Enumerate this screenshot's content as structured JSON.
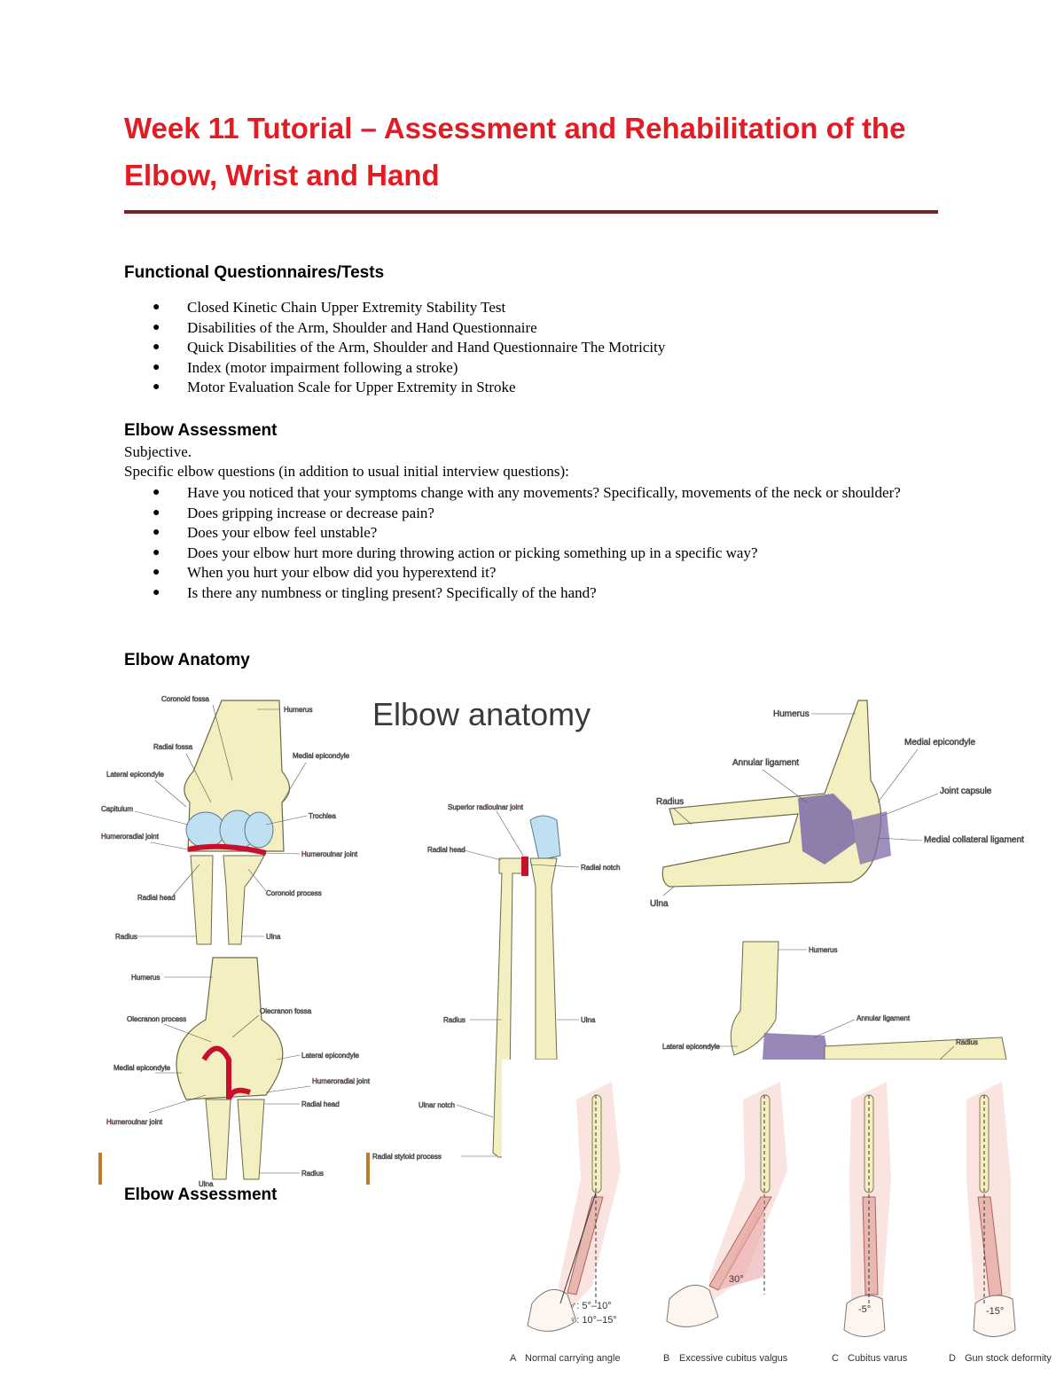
{
  "document": {
    "title": "Week 11 Tutorial – Assessment and Rehabilitation of the Elbow, Wrist and Hand"
  },
  "functional": {
    "heading": "Functional Questionnaires/Tests",
    "items": [
      "Closed Kinetic Chain Upper Extremity Stability Test",
      "Disabilities of the Arm, Shoulder and Hand Questionnaire",
      "Quick Disabilities of the Arm, Shoulder and Hand Questionnaire The Motricity",
      "Index (motor impairment following a stroke)",
      "Motor Evaluation Scale for Upper Extremity in Stroke"
    ]
  },
  "elbow_assessment": {
    "heading": "Elbow Assessment",
    "subjective": "Subjective.",
    "intro": "Specific elbow questions (in addition to usual initial interview questions):",
    "questions": [
      "Have you noticed that your symptoms change with any movements? Specifically, movements of the neck or shoulder?",
      "Does gripping increase or decrease pain?",
      "Does your elbow feel unstable?",
      "Does your elbow hurt more during throwing action or picking something up in a specific way?",
      "When you hurt your elbow did you hyperextend it?",
      "Is there any numbness or tingling present? Specifically of the hand?"
    ]
  },
  "anatomy": {
    "heading": "Elbow Anatomy",
    "figure_title": "Elbow anatomy",
    "anterior_labels": {
      "coronoid_fossa": "Coronoid fossa",
      "humerus": "Humerus",
      "radial_fossa": "Radial fossa",
      "medial_epicondyle": "Medial epicondyle",
      "lateral_epicondyle": "Lateral epicondyle",
      "capitulum": "Capitulum",
      "trochlea": "Trochlea",
      "humeroradial_joint": "Humeroradial joint",
      "humeroulnar_joint": "Humeroulnar joint",
      "radial_head": "Radial head",
      "coronoid_process": "Coronoid process",
      "radius": "Radius",
      "ulna": "Ulna"
    },
    "posterior_labels": {
      "humerus": "Humerus",
      "olecranon_process": "Olecranon process",
      "olecranon_fossa": "Olecranon fossa",
      "lateral_epicondyle": "Lateral epicondyle",
      "medial_epicondyle": "Medial epicondyle",
      "humeroradial_joint": "Humeroradial joint",
      "humeroulnar_joint": "Humeroulnar joint",
      "radial_head": "Radial head",
      "radius": "Radius",
      "ulna": "Ulna"
    },
    "forearm_labels": {
      "superior_radioulnar_joint": "Superior radioulnar joint",
      "radial_head": "Radial head",
      "radial_notch": "Radial notch",
      "radius": "Radius",
      "ulna": "Ulna",
      "ulnar_notch": "Ulnar notch",
      "radial_styloid_process": "Radial styloid process"
    },
    "medial_labels": {
      "humerus": "Humerus",
      "medial_epicondyle": "Medial epicondyle",
      "annular_ligament": "Annular ligament",
      "radius": "Radius",
      "joint_capsule": "Joint capsule",
      "medial_collateral_ligament": "Medial collateral ligament",
      "ulna": "Ulna"
    },
    "lateral_labels": {
      "humerus": "Humerus",
      "annular_ligament": "Annular ligament",
      "lateral_epicondyle": "Lateral epicondyle",
      "radius": "Radius"
    }
  },
  "carrying_angle": {
    "panels": [
      {
        "letter": "A",
        "caption": "Normal carrying angle",
        "angles": [
          "♂: 5°–10°",
          "♀: 10°–15°"
        ]
      },
      {
        "letter": "B",
        "caption": "Excessive cubitus valgus",
        "angles": [
          "30°"
        ]
      },
      {
        "letter": "C",
        "caption": "Cubitus varus",
        "angles": [
          "-5°"
        ]
      },
      {
        "letter": "D",
        "caption": "Gun stock deformity",
        "angles": [
          "-15°"
        ]
      }
    ]
  },
  "overlay_heading": "Elbow Assessment",
  "colors": {
    "title_red": "#e31b23",
    "rule_maroon": "#7b1f2b",
    "bone": "#f3efc0",
    "cartilage": "#bfe0f0",
    "joint_red": "#c8102e",
    "ligament": "#7d6aa8",
    "skin_pink": "#f6d9d3"
  }
}
